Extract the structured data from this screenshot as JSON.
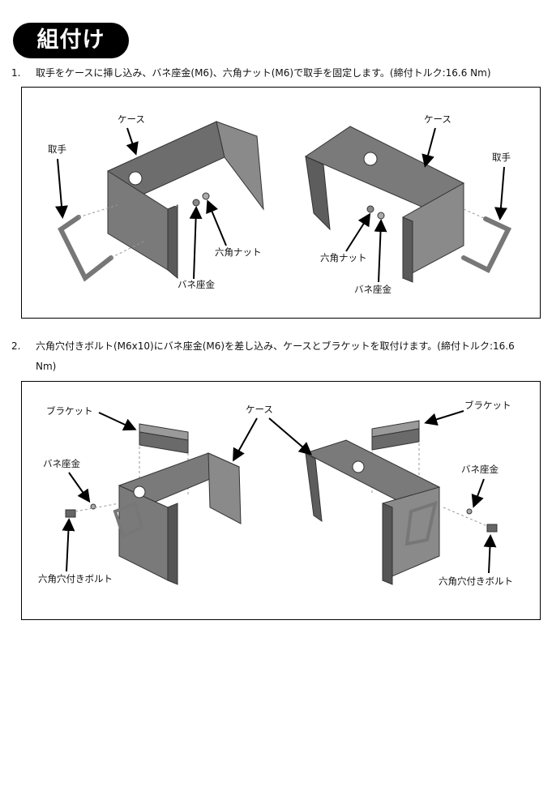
{
  "title": "組付け",
  "steps": [
    {
      "number": "1.",
      "text": "取手をケースに挿し込み、バネ座金(M6)、六角ナット(M6)で取手を固定します。(締付トルク:16.6 Nm)"
    },
    {
      "number": "2.",
      "text_line1": "六角穴付きボルト(M6x10)にバネ座金(M6)を差し込み、ケースとブラケットを取付けます。(締付トルク:16.6",
      "text_line2": "Nm)"
    }
  ],
  "figure1": {
    "left": {
      "case": "ケース",
      "handle": "取手",
      "hex_nut": "六角ナット",
      "spring_washer": "バネ座金"
    },
    "right": {
      "case": "ケース",
      "handle": "取手",
      "hex_nut": "六角ナット",
      "spring_washer": "バネ座金"
    }
  },
  "figure2": {
    "case": "ケース",
    "left": {
      "bracket": "ブラケット",
      "spring_washer": "バネ座金",
      "socket_bolt": "六角穴付きボルト"
    },
    "right": {
      "bracket": "ブラケット",
      "spring_washer": "バネ座金",
      "socket_bolt": "六角穴付きボルト"
    }
  }
}
